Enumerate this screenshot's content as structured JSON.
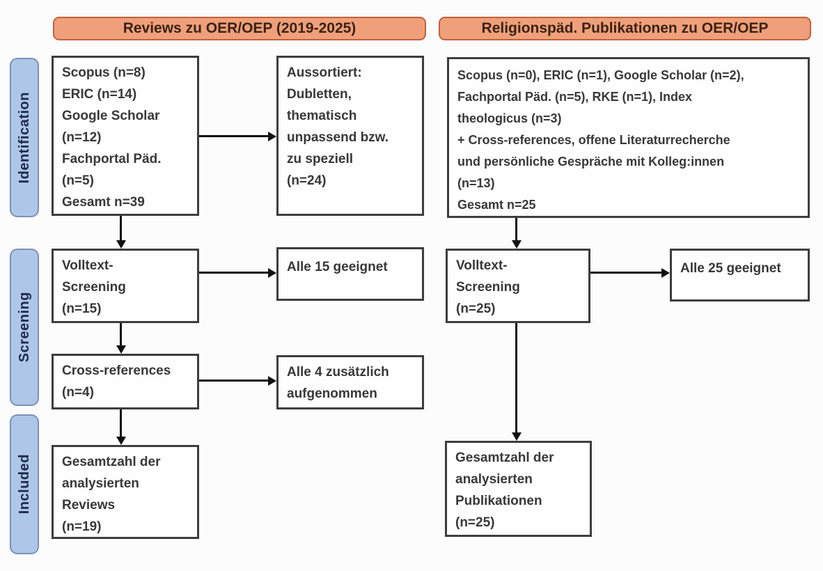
{
  "colors": {
    "background": "#FCFCFC",
    "header_fill": "#EFA07B",
    "header_border": "#C2613A",
    "header_text": "#3C2212",
    "stage_fill": "#AEC6E8",
    "stage_border": "#7B91B5",
    "stage_text": "#1C2B4A",
    "box_border": "#3D3D3D",
    "box_text": "#383838",
    "arrow": "#111111"
  },
  "headers": {
    "left": "Reviews zu OER/OEP (2019-2025)",
    "right": "Religionspäd. Publikationen zu OER/OEP"
  },
  "stages": {
    "identification": "Identification",
    "screening": "Screening",
    "included": "Included"
  },
  "reviews_flow": {
    "sources": "Scopus (n=8)\nERIC (n=14)\nGoogle Scholar\n(n=12)\nFachportal Päd.\n(n=5)\nGesamt n=39",
    "excluded": "Aussortiert:\nDubletten,\nthematisch\nunpassend bzw.\nzu speziell\n(n=24)",
    "fulltext_screening": "Volltext-\nScreening\n(n=15)",
    "fulltext_result": "Alle 15 geeignet",
    "cross_references": "Cross-references\n(n=4)",
    "cross_references_result": "Alle 4 zusätzlich\naufgenommen",
    "included_total": "Gesamtzahl der\nanalysierten\nReviews\n(n=19)"
  },
  "religionspaed_flow": {
    "sources": "Scopus (n=0), ERIC (n=1), Google Scholar (n=2),\nFachportal Päd. (n=5), RKE (n=1), Index\ntheologicus (n=3)\n+ Cross-references, offene Literaturrecherche\nund persönliche Gespräche mit Kolleg:innen\n(n=13)\nGesamt n=25",
    "fulltext_screening": "Volltext-\nScreening\n(n=25)",
    "fulltext_result": "Alle 25 geeignet",
    "included_total": "Gesamtzahl der\nanalysierten\nPublikationen\n(n=25)"
  }
}
